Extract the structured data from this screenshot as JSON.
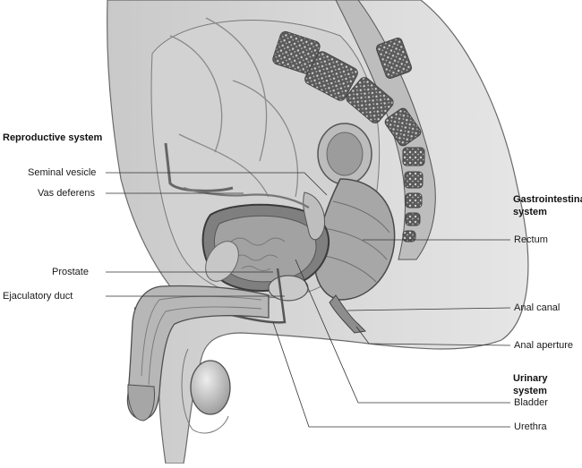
{
  "headings": {
    "reproductive": "Reproductive system",
    "gastro_line1": "Gastrointestinal",
    "gastro_line2": "system",
    "urinary": "Urinary system"
  },
  "labels": {
    "seminal_vesicle": "Seminal vesicle",
    "vas_deferens": "Vas deferens",
    "prostate": "Prostate",
    "ejaculatory_duct": "Ejaculatory duct",
    "rectum": "Rectum",
    "anal_canal": "Anal canal",
    "anal_aperture": "Anal aperture",
    "bladder": "Bladder",
    "urethra": "Urethra"
  },
  "colors": {
    "background": "#ffffff",
    "tissue_light": "#dcdcdc",
    "tissue_mid": "#b9b9b9",
    "tissue_dark": "#8c8c8c",
    "outline": "#555555",
    "leader": "#333333"
  }
}
